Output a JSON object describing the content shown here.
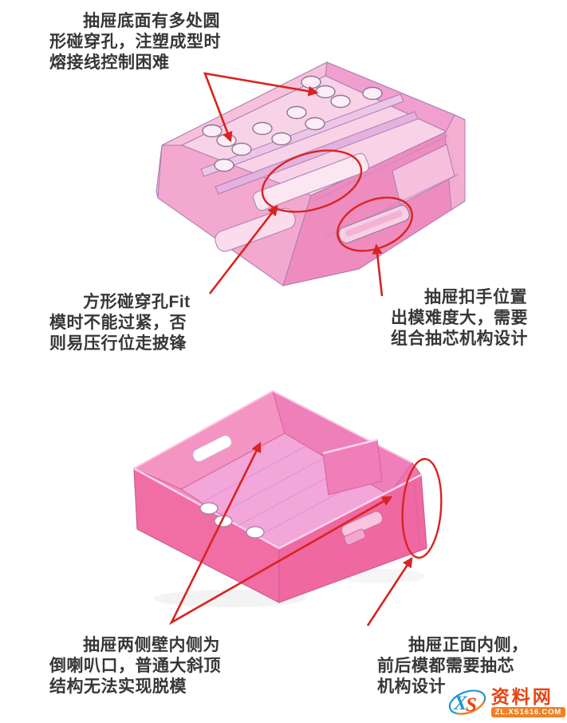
{
  "annotations": {
    "round_holes": {
      "lines": [
        "抽屉底面有多处圆",
        "形碰穿孔，注塑成型时",
        "熔接线控制困难"
      ]
    },
    "square_hole": {
      "lines": [
        "方形碰穿孔Fit",
        "模时不能过紧，否",
        "则易压行位走披锋"
      ]
    },
    "handle_pocket": {
      "lines": [
        "抽屉扣手位置",
        "出模难度大，需要",
        "组合抽芯机构设计"
      ]
    },
    "side_walls": {
      "lines": [
        "抽屉两侧壁内侧为",
        "倒喇叭口，普通大斜顶",
        "结构无法实现脱模"
      ]
    },
    "front_inner": {
      "lines": [
        "抽屉正面内侧，",
        "前后模都需要抽芯",
        "机构设计"
      ]
    }
  },
  "watermark": {
    "logo_x": "X",
    "logo_s": "S",
    "site_name": "资料网",
    "site_url": "ZL.XS1616.COM"
  },
  "colors": {
    "annotation_red": "#d9231f",
    "note_text": "#373737",
    "drawer_pink_strong": "#f173aa",
    "drawer_pink_wall": "#ee8cbf",
    "drawer_pink_floor_top": "#f8d2e7",
    "drawer_pink_floor_bottom": "#f2a6da",
    "model_outline": "#a97cb0",
    "watermark_red": "#e8430f",
    "watermark_orange": "#f08124",
    "watermark_blue": "#2196d3"
  }
}
